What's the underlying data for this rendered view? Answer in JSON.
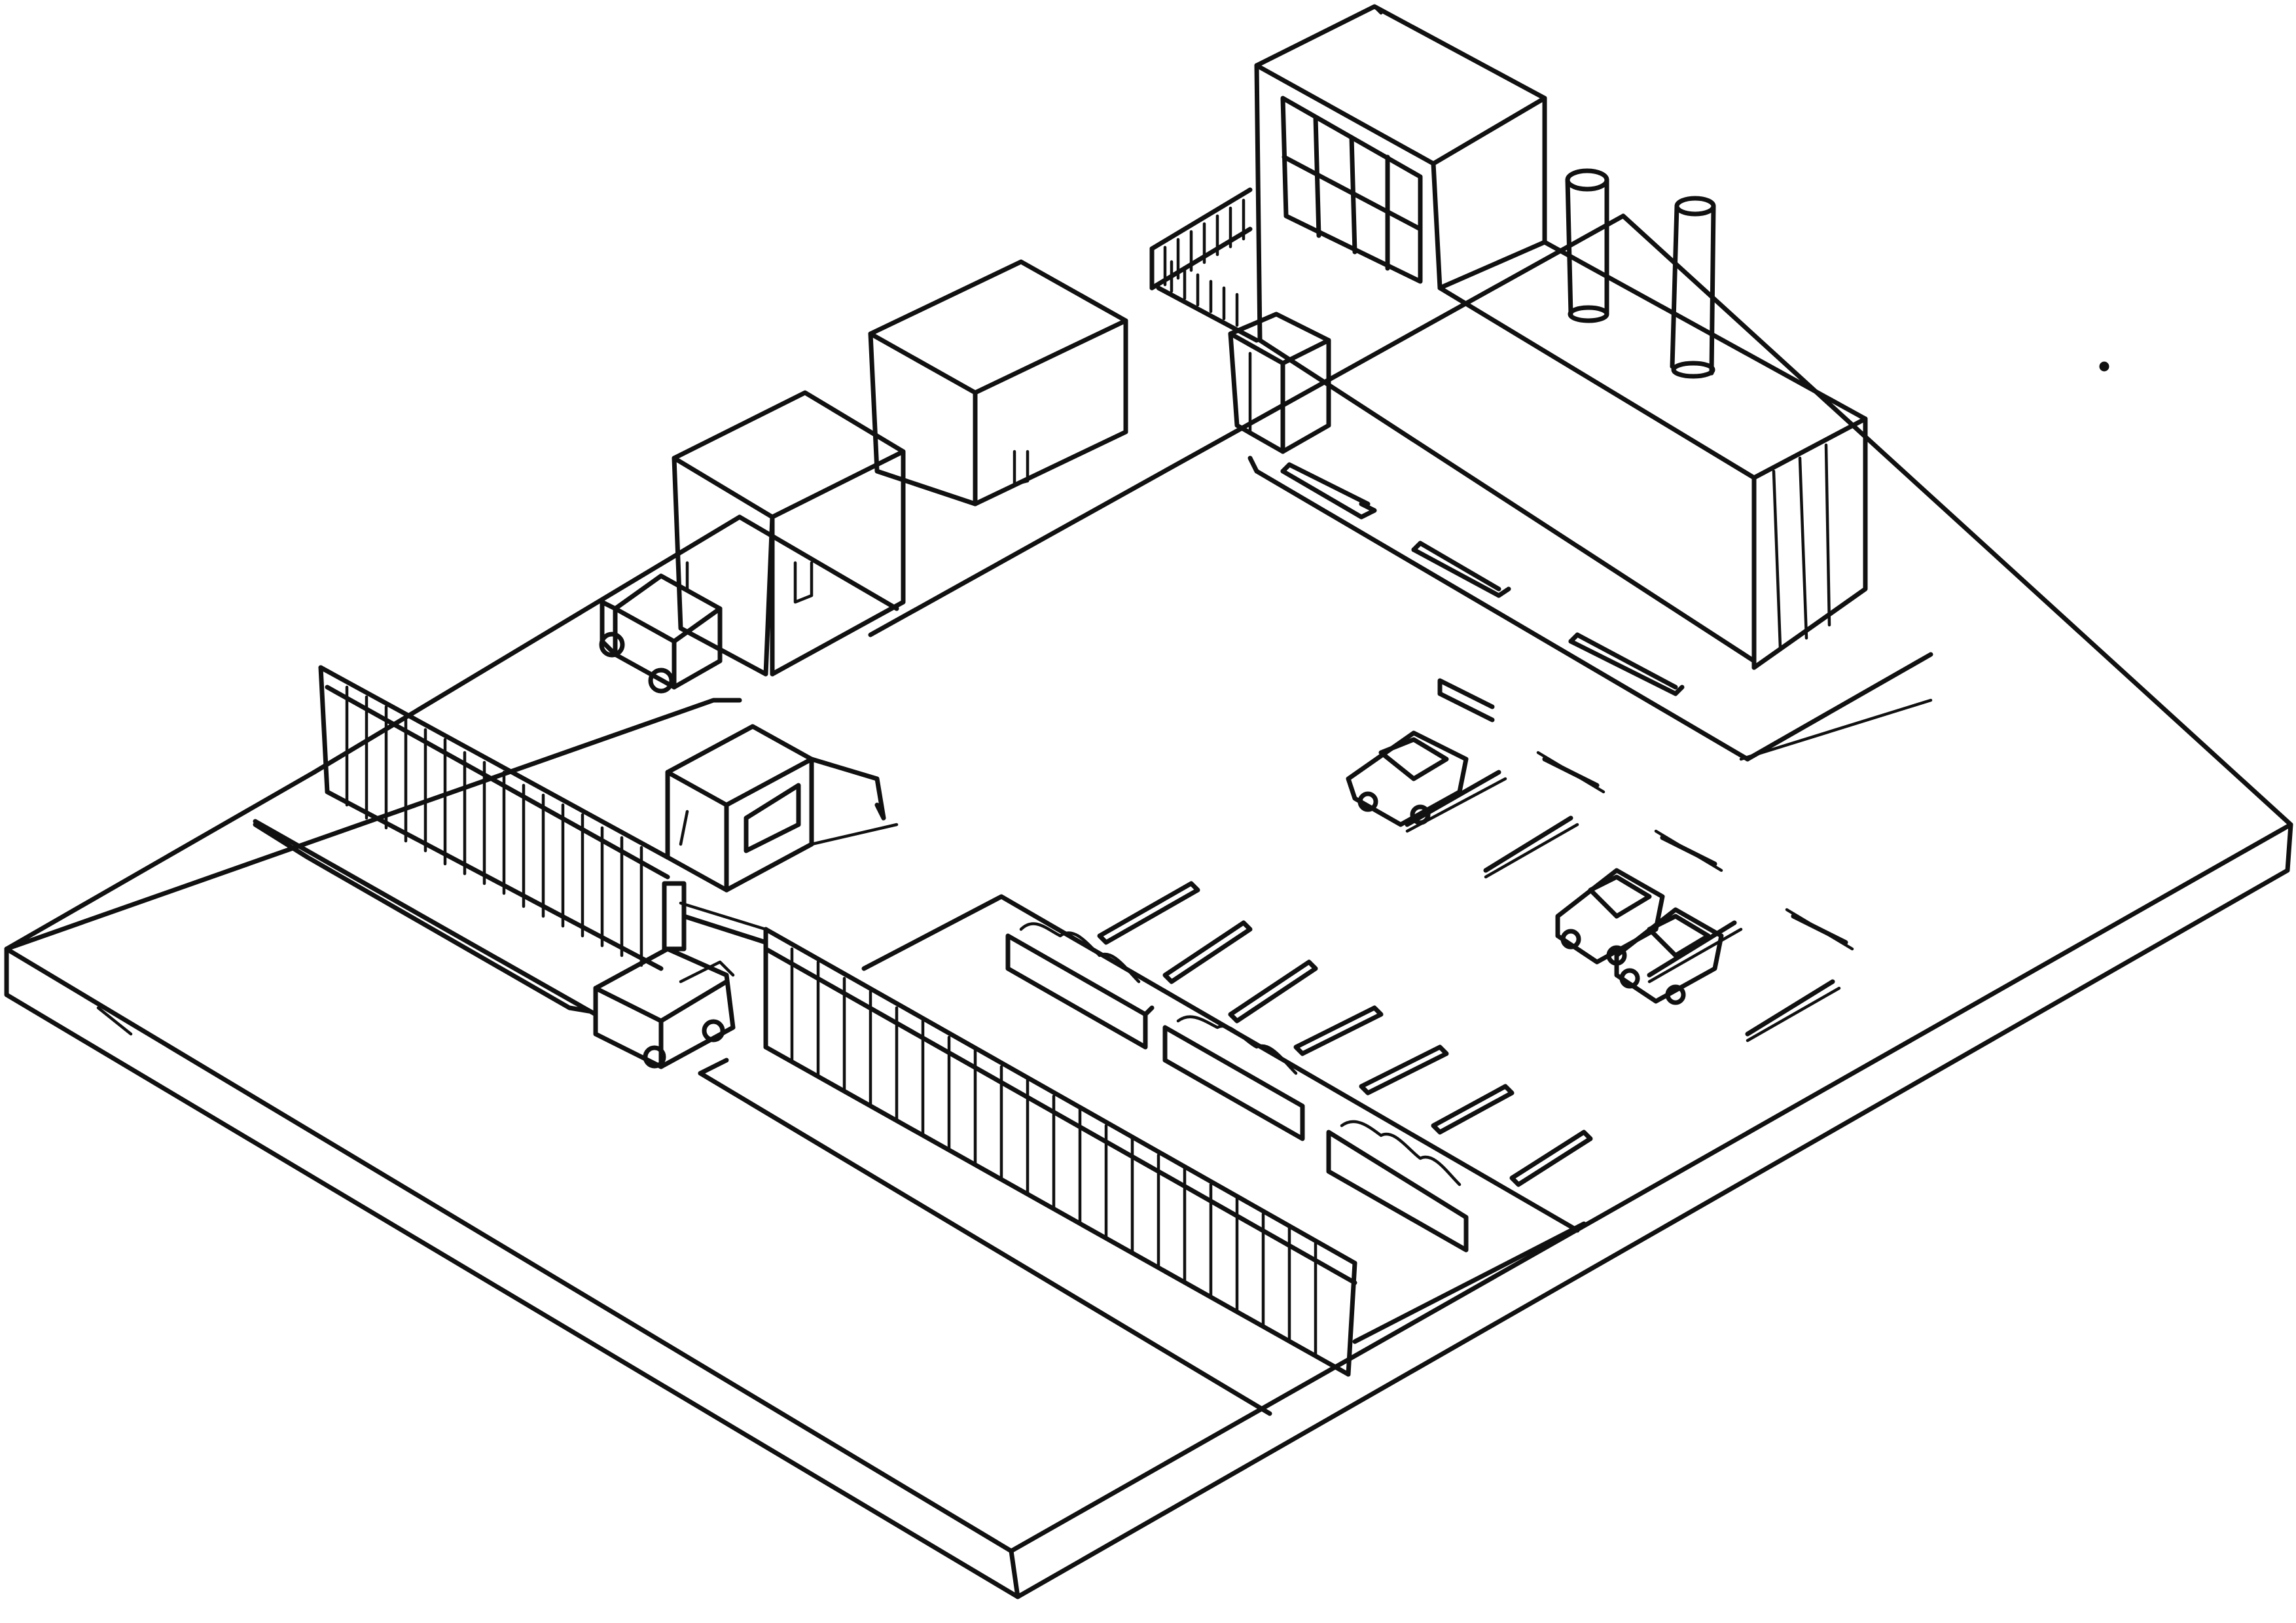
{
  "drawing": {
    "style": "hand-drawn line sketch",
    "colors": {
      "ink": "#111111",
      "paper": "#ffffff"
    },
    "parking_stalls_right_rows": 10,
    "parking_stalls_center_row": 7,
    "planters": 3,
    "parked_cars": 3,
    "vans": 2,
    "chimneys": 2
  }
}
